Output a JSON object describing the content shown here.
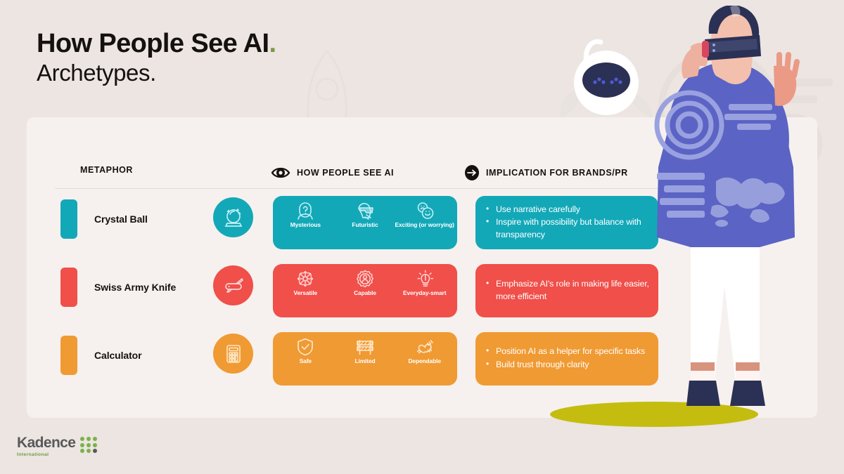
{
  "header": {
    "title_main": "How People See AI",
    "title_dot": ".",
    "title_sub": "Archetypes."
  },
  "columns": [
    {
      "id": "metaphor",
      "label": "METAPHOR",
      "icon": "none"
    },
    {
      "id": "how_people_see_ai",
      "label": "HOW PEOPLE SEE AI",
      "icon": "eye-icon"
    },
    {
      "id": "implication",
      "label": "IMPLICATION FOR BRANDS/PR",
      "icon": "arrow-circle-icon"
    }
  ],
  "colors": {
    "page_background": "#ece5e2",
    "panel_background": "#f6f1ee",
    "teal": "#13a8b8",
    "red": "#f04f4a",
    "orange": "#f09a33",
    "accent_green": "#7a9a45",
    "logo_green": "#7ab24a",
    "logo_gray": "#58595b",
    "olive_ground": "#c4bd10",
    "person_blue": "#5b63c4",
    "navy": "#2b3055"
  },
  "rows": [
    {
      "metaphor": "Crystal Ball",
      "metaphor_icon": "crystal-ball-icon",
      "color": "#13a8b8",
      "perceptions": [
        {
          "label": "Mysterious",
          "icon": "person-question-icon"
        },
        {
          "label": "Futuristic",
          "icon": "vr-headset-icon"
        },
        {
          "label": "Exciting (or worrying)",
          "icon": "two-faces-icon"
        }
      ],
      "implications": [
        "Use narrative carefully",
        "Inspire with possibility but balance with transparency"
      ]
    },
    {
      "metaphor": "Swiss Army Knife",
      "metaphor_icon": "pocket-knife-icon",
      "color": "#f04f4a",
      "perceptions": [
        {
          "label": "Versatile",
          "icon": "multi-tool-icon"
        },
        {
          "label": "Capable",
          "icon": "gear-person-icon"
        },
        {
          "label": "Everyday-smart",
          "icon": "lightbulb-icon"
        }
      ],
      "implications": [
        "Emphasize AI's role in making life easier, more efficient"
      ]
    },
    {
      "metaphor": "Calculator",
      "metaphor_icon": "calculator-icon",
      "color": "#f09a33",
      "perceptions": [
        {
          "label": "Safe",
          "icon": "shield-check-icon"
        },
        {
          "label": "Limited",
          "icon": "barrier-icon"
        },
        {
          "label": "Dependable",
          "icon": "handshake-icon"
        }
      ],
      "implications": [
        "Position AI as a helper for specific tasks",
        "Build trust through clarity"
      ]
    }
  ],
  "logo": {
    "word": "Kadence",
    "sub": "International"
  }
}
